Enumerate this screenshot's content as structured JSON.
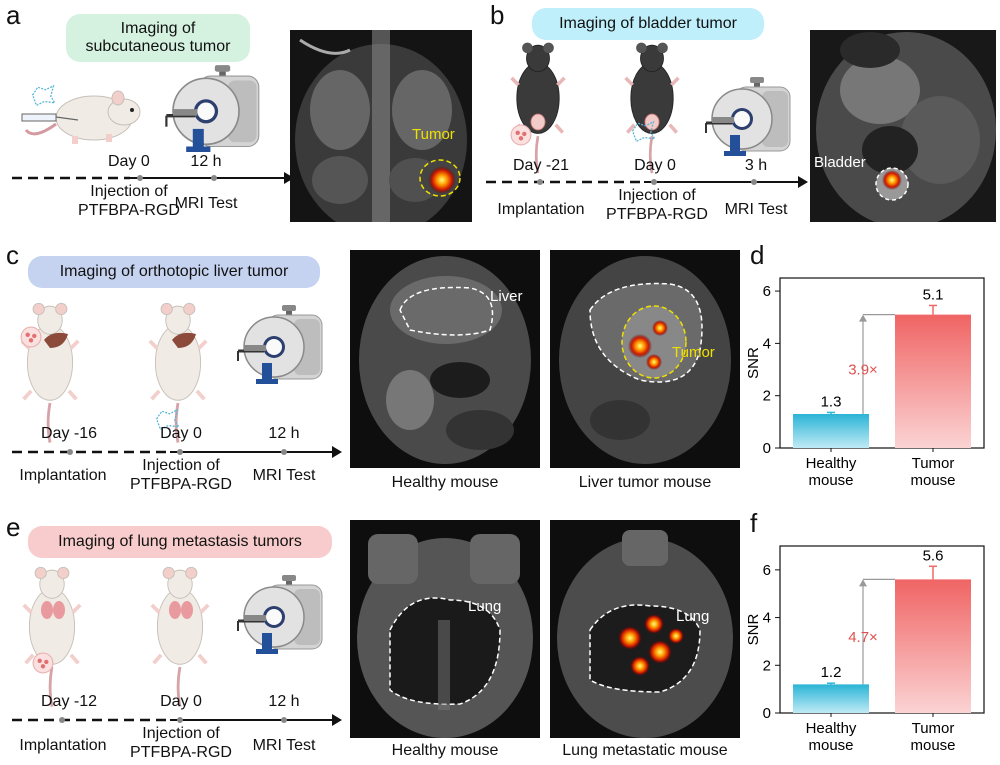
{
  "panels": {
    "a": {
      "label": "a",
      "title": "Imaging of subcutaneous tumor",
      "title_color": "#d5f2e1",
      "timeline": [
        {
          "time": "Day 0",
          "event": "Injection of\nPTFBPA-RGD"
        },
        {
          "time": "12 h",
          "event": "MRI Test"
        }
      ],
      "image_annotation": "Tumor"
    },
    "b": {
      "label": "b",
      "title": "Imaging of bladder tumor",
      "title_color": "#bfeffa",
      "timeline": [
        {
          "time": "Day -21",
          "event": "Implantation"
        },
        {
          "time": "Day 0",
          "event": "Injection of\nPTFBPA-RGD"
        },
        {
          "time": "3 h",
          "event": "MRI Test"
        }
      ],
      "image_annotation": "Bladder"
    },
    "c": {
      "label": "c",
      "title": "Imaging of orthotopic liver tumor",
      "title_color": "#c5d3f0",
      "timeline": [
        {
          "time": "Day -16",
          "event": "Implantation"
        },
        {
          "time": "Day 0",
          "event": "Injection of\nPTFBPA-RGD"
        },
        {
          "time": "12 h",
          "event": "MRI Test"
        }
      ],
      "images": [
        {
          "annotation": "Liver",
          "caption": "Healthy mouse"
        },
        {
          "annotation": "Tumor",
          "caption": "Liver tumor mouse"
        }
      ]
    },
    "e": {
      "label": "e",
      "title": "Imaging of lung metastasis tumors",
      "title_color": "#f8cccc",
      "timeline": [
        {
          "time": "Day -12",
          "event": "Implantation"
        },
        {
          "time": "Day 0",
          "event": "Injection of\nPTFBPA-RGD"
        },
        {
          "time": "12 h",
          "event": "MRI Test"
        }
      ],
      "images": [
        {
          "annotation": "Lung",
          "caption": "Healthy mouse"
        },
        {
          "annotation": "Lung",
          "caption": "Lung metastatic mouse"
        }
      ]
    }
  },
  "chart_data": [
    {
      "panel": "d",
      "type": "bar",
      "categories": [
        "Healthy\nmouse",
        "Tumor\nmouse"
      ],
      "values": [
        1.3,
        5.1
      ],
      "errors": [
        0.06,
        0.35
      ],
      "value_labels": [
        "1.3",
        "5.1"
      ],
      "ratio_label": "3.9×",
      "ylabel": "SNR",
      "ylim": [
        0,
        6.5
      ],
      "yticks": [
        0,
        2,
        4,
        6
      ],
      "colors": [
        "#2bb8d8",
        "#f06868"
      ]
    },
    {
      "panel": "f",
      "type": "bar",
      "categories": [
        "Healthy\nmouse",
        "Tumor\nmouse"
      ],
      "values": [
        1.2,
        5.6
      ],
      "errors": [
        0.05,
        0.55
      ],
      "value_labels": [
        "1.2",
        "5.6"
      ],
      "ratio_label": "4.7×",
      "ylabel": "SNR",
      "ylim": [
        0,
        7
      ],
      "yticks": [
        0,
        2,
        4,
        6
      ],
      "colors": [
        "#2bb8d8",
        "#f06868"
      ]
    }
  ],
  "colors": {
    "accent_red": "#e05050",
    "annotation_yellow": "#f0e000",
    "timeline": "#111111"
  }
}
